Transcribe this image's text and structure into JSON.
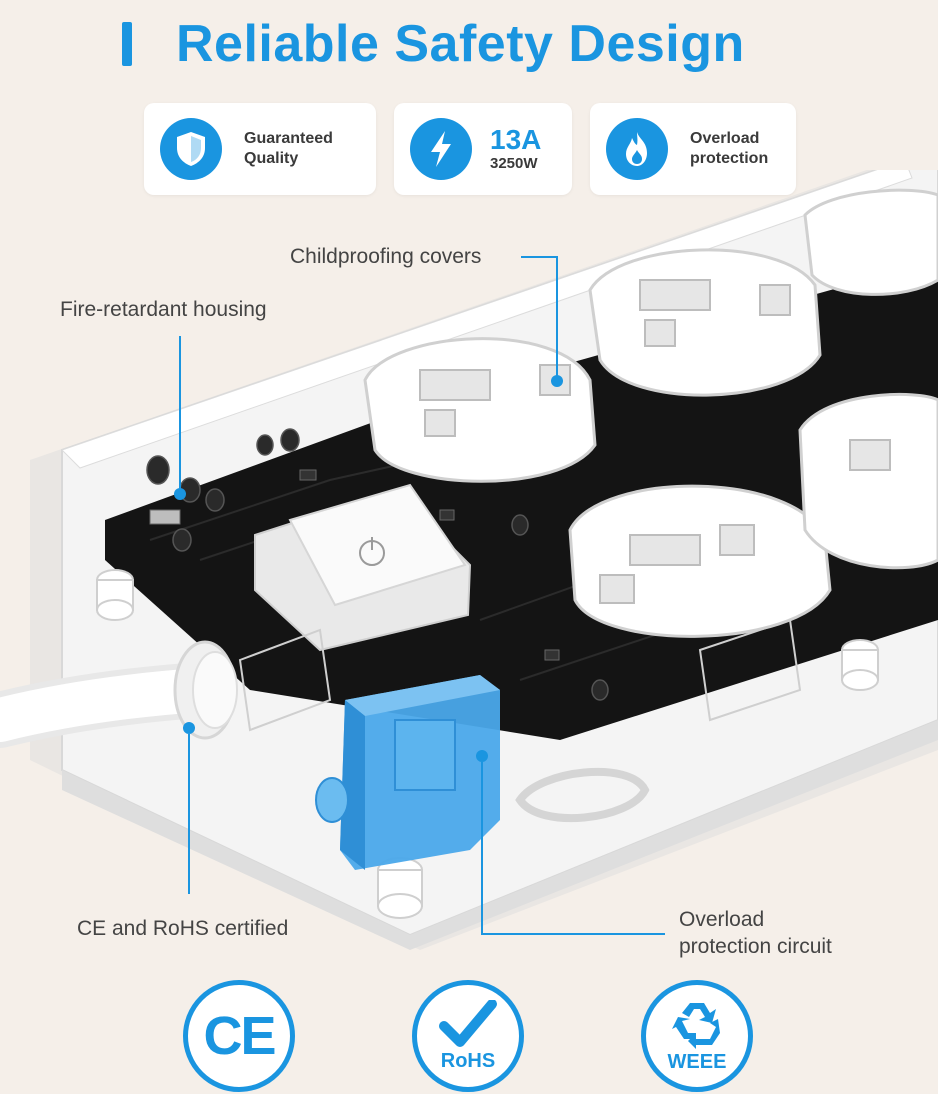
{
  "title": "Reliable Safety Design",
  "features": [
    {
      "icon": "shield-icon",
      "line1": "Guaranteed",
      "line2": "Quality"
    },
    {
      "icon": "lightning-icon",
      "headline": "13A",
      "subline": "3250W"
    },
    {
      "icon": "flame-icon",
      "line1": "Overload",
      "line2": "protection"
    }
  ],
  "callouts": {
    "childproofing": "Childproofing covers",
    "housing": "Fire-retardant housing",
    "certified": "CE and RoHS certified",
    "overload_line1": "Overload",
    "overload_line2": "protection circuit"
  },
  "badges": {
    "ce": "CE",
    "rohs": "RoHS",
    "weee": "WEEE"
  },
  "colors": {
    "accent": "#1a95e0",
    "background": "#f5efe9",
    "board": "#141414",
    "housing": "#f2f2f2"
  }
}
